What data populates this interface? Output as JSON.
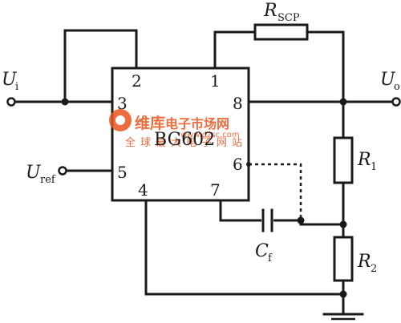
{
  "chip": {
    "name": "BG602"
  },
  "pins": {
    "p1": "1",
    "p2": "2",
    "p3": "3",
    "p4": "4",
    "p5": "5",
    "p6": "6",
    "p7": "7",
    "p8": "8"
  },
  "labels": {
    "ui": "U",
    "ui_sub": "i",
    "uo": "U",
    "uo_sub": "o",
    "uref": "U",
    "uref_sub": "ref",
    "rscp": "R",
    "rscp_sub": "SCP",
    "r1": "R",
    "r1_sub": "1",
    "r2": "R",
    "r2_sub": "2",
    "cf": "C",
    "cf_sub": "f"
  },
  "watermark": {
    "logo_text": "维库",
    "site_text": "电子市场网",
    "tagline": "全球最大电子网站",
    "url": "www.dzsc.com"
  },
  "colors": {
    "line": "#1a1a1a",
    "watermark": "#e8541f",
    "background": "#ffffff"
  }
}
